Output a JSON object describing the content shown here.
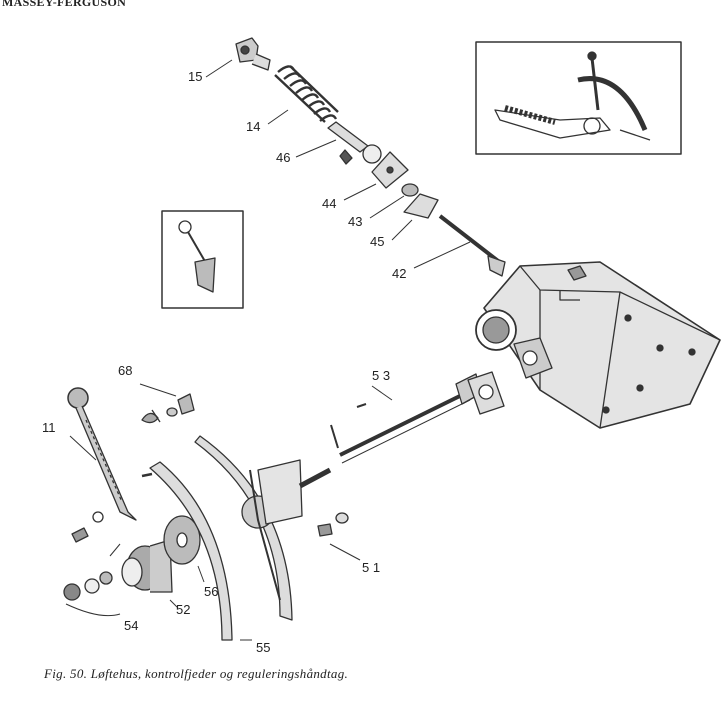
{
  "header": "MASSEY-FERGUSON",
  "labels": {
    "p15": "15",
    "p14": "14",
    "p46": "46",
    "p44": "44",
    "p43": "43",
    "p45": "45",
    "p42": "42",
    "p68": "68",
    "p11": "11",
    "p53": "5 3",
    "p51": "5 1",
    "p54": "54",
    "p52": "52",
    "p56": "56",
    "p55": "55"
  },
  "caption": "Fig. 50. Løftehus, kontrolfjeder og reguleringshåndtag."
}
